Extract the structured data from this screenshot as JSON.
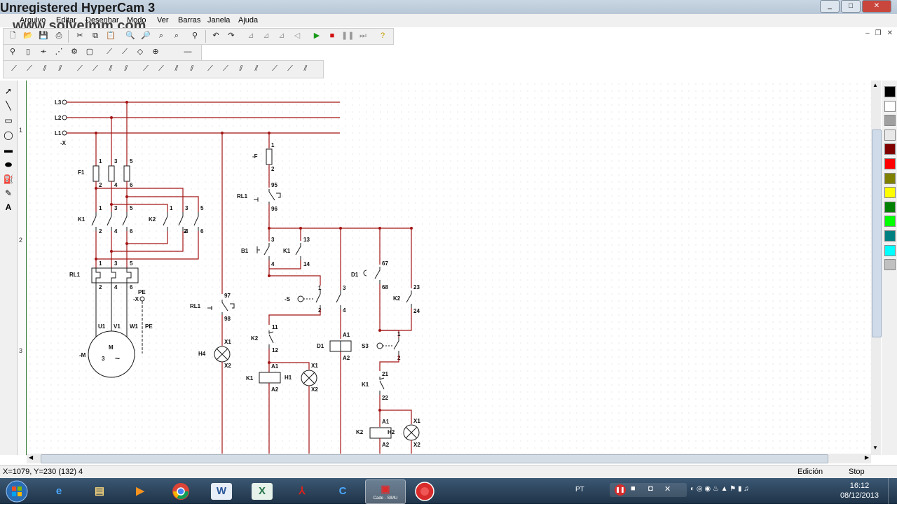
{
  "app": {
    "title": "Unregistered HyperCam 3",
    "watermark": "www.solvejmm.com"
  },
  "menu": [
    "Arquivo",
    "Editar",
    "Desenhar",
    "Modo",
    "Ver",
    "Barras",
    "Janela",
    "Ajuda"
  ],
  "ruler": [
    "1",
    "2",
    "3"
  ],
  "schematic": {
    "supply_labels": [
      "L3",
      "L2",
      "L1",
      "-X"
    ],
    "power": {
      "fuse": "F1",
      "k1": "K1",
      "k2": "K2",
      "relay": "RL1",
      "pe": "PE",
      "x": "-X",
      "motor_ref": "-M",
      "motor_m": "M",
      "motor_3": "3",
      "motor_tilde": "~",
      "terminals": [
        "U1",
        "V1",
        "W1",
        "PE"
      ],
      "pins_top": [
        "1",
        "3",
        "5"
      ],
      "pins_bot": [
        "2",
        "4",
        "6"
      ]
    },
    "control": {
      "f": "-F",
      "f_pins": [
        "1",
        "2"
      ],
      "rl1_nc": "RL1",
      "rl1_nc_pins": [
        "95",
        "96"
      ],
      "b1": "B1",
      "b1_pins": [
        "3",
        "4"
      ],
      "k1_hold": "K1",
      "k1_hold_pins": [
        "13",
        "14"
      ],
      "d1_nc": "D1",
      "d1_nc_pins": [
        "67",
        "68"
      ],
      "k2_hold": "K2",
      "k2_hold_pins": [
        "23",
        "24"
      ],
      "rl1_no": "RL1",
      "rl1_no_pins": [
        "97",
        "98"
      ],
      "h4": "H4",
      "lamp_pins": [
        "X1",
        "X2"
      ],
      "s": "-S",
      "s_pins": [
        "1",
        "2",
        "3",
        "4"
      ],
      "k2_il": "K2",
      "k2_il_pins": [
        "11",
        "12"
      ],
      "k1_coil": "K1",
      "h1": "H1",
      "coil_pins": [
        "A1",
        "A2"
      ],
      "d1_coil": "D1",
      "s3": "S3",
      "s3_pins": [
        "1",
        "2"
      ],
      "k1_il": "K1",
      "k1_il_pins": [
        "21",
        "22"
      ],
      "k2_coil": "K2",
      "h2": "H2"
    }
  },
  "status": {
    "coords": "X=1079, Y=230 (132) 4",
    "mode": "Edición",
    "state": "Stop"
  },
  "taskbar": {
    "lang": "PT",
    "time": "16:12",
    "date": "08/12/2013",
    "apps": [
      "start-orb",
      "ie",
      "explorer",
      "media-player",
      "chrome",
      "word",
      "excel",
      "acrobat",
      "cade-simu-alt",
      "cade-simu",
      "hypercam-record"
    ],
    "cade_label": "Cade - SIMU"
  },
  "palette": [
    "#000000",
    "#ffffff",
    "#a0a0a0",
    "#e8e8e8",
    "#800000",
    "#ff0000",
    "#808000",
    "#ffff00",
    "#008000",
    "#00ff00",
    "#008080",
    "#00ffff",
    "#c0c0c0"
  ],
  "colors": {
    "wire": "#a31515",
    "line": "#1a1a1a"
  }
}
